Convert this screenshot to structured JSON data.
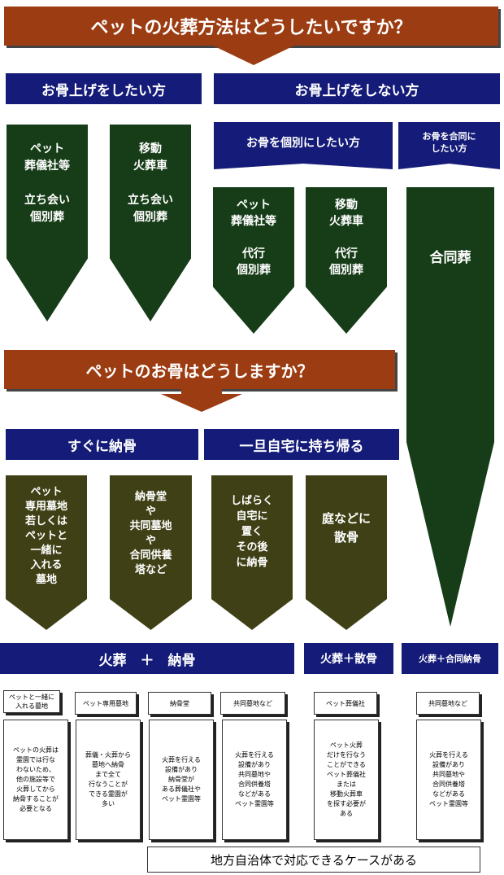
{
  "colors": {
    "brown": "#9c3c12",
    "navy": "#141b78",
    "green": "#173d18",
    "olive": "#3f4015"
  },
  "q1": "ペットの火葬方法はどうしたいですか？",
  "h_want": "お骨上げをしたい方",
  "h_not": "お骨上げをしない方",
  "h_individual": "お骨を個別にしたい方",
  "h_joint": "お骨を合同に\nしたい方",
  "g1": "ペット\n葬儀社等\n\n立ち会い\n個別葬",
  "g2": "移動\n火葬車\n\n立ち会い\n個別葬",
  "g3": "ペット\n葬儀社等\n\n代行\n個別葬",
  "g4": "移動\n火葬車\n\n代行\n個別葬",
  "g5": "合同葬",
  "q2": "ペットのお骨はどうしますか？",
  "h_soon": "すぐに納骨",
  "h_home": "一旦自宅に持ち帰る",
  "o1": "ペット\n専用墓地\n若しくは\nペットと\n一緒に\n入れる\n墓地",
  "o2": "納骨堂\nや\n共同墓地\nや\n合同供養\n塔など",
  "o3": "しばらく\n自宅に\n置く\nその後\nに納骨",
  "o4": "庭などに\n散骨",
  "r1": "火葬　＋　納骨",
  "r2": "火葬＋散骨",
  "r3": "火葬＋合同納骨",
  "labels": [
    "ペットと一緒に\n入れる墓地",
    "ペット専用墓地",
    "納骨堂",
    "共同墓地など",
    "ペット葬儀社",
    "共同墓地など"
  ],
  "descs": [
    "ペットの火葬は\n霊園では行な\nわないため、\n他の施設等で\n火葬してから\n納骨することが\n必要となる",
    "葬儀・火葬から\n墓地へ納骨\nまで全て\n行なうことが\nできる霊園が\n多い",
    "火葬を行える\n設備があり\n納骨堂が\nある葬儀社や\nペット霊園等",
    "火葬を行える\n設備があり\n共同墓地や\n合同供養塔\nなどがある\nペット霊園等",
    "ペット火葬\nだけを行なう\nことができる\nペット葬儀社\nまたは\n移動火葬車\nを探す必要が\nある",
    "火葬を行える\n設備があり\n共同墓地や\n合同供養塔\nなどがある\nペット霊園等"
  ],
  "note": "地方自治体で対応できるケースがある"
}
